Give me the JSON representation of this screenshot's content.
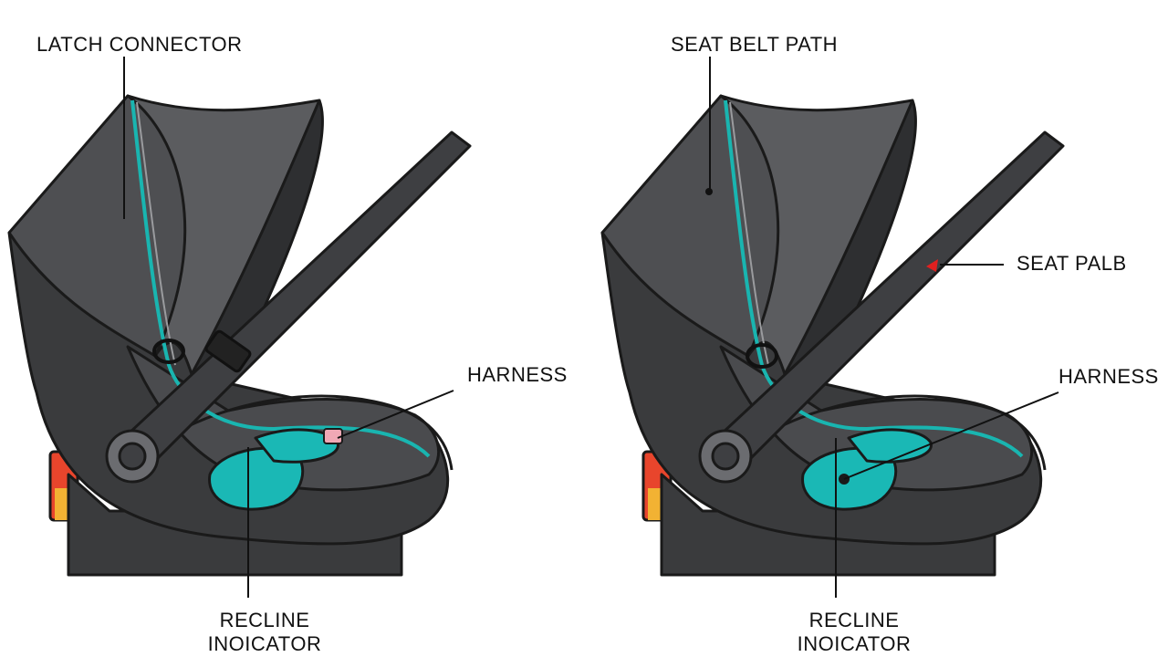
{
  "labels": {
    "left_top": "LATCH CONNECTOR",
    "left_harness": "HARNESS",
    "left_recline_line1": "RECLINE",
    "left_recline_line2": "INOICATOR",
    "right_top": "SEAT BELT PATH",
    "right_seat": "SEAT PALB",
    "right_harness": "HARNESS",
    "right_recline_line1": "RECLINE",
    "right_recline_line2": "INOICATOR"
  },
  "colors": {
    "shell_dark": "#3a3b3d",
    "shell_mid": "#4a4b4e",
    "canopy": "#5b5c5f",
    "harness_accent": "#19b5b0",
    "pad_teal": "#1ab8b5",
    "recline_red": "#e8452c",
    "recline_yellow": "#f2b233",
    "pointer_red": "#e02020"
  }
}
